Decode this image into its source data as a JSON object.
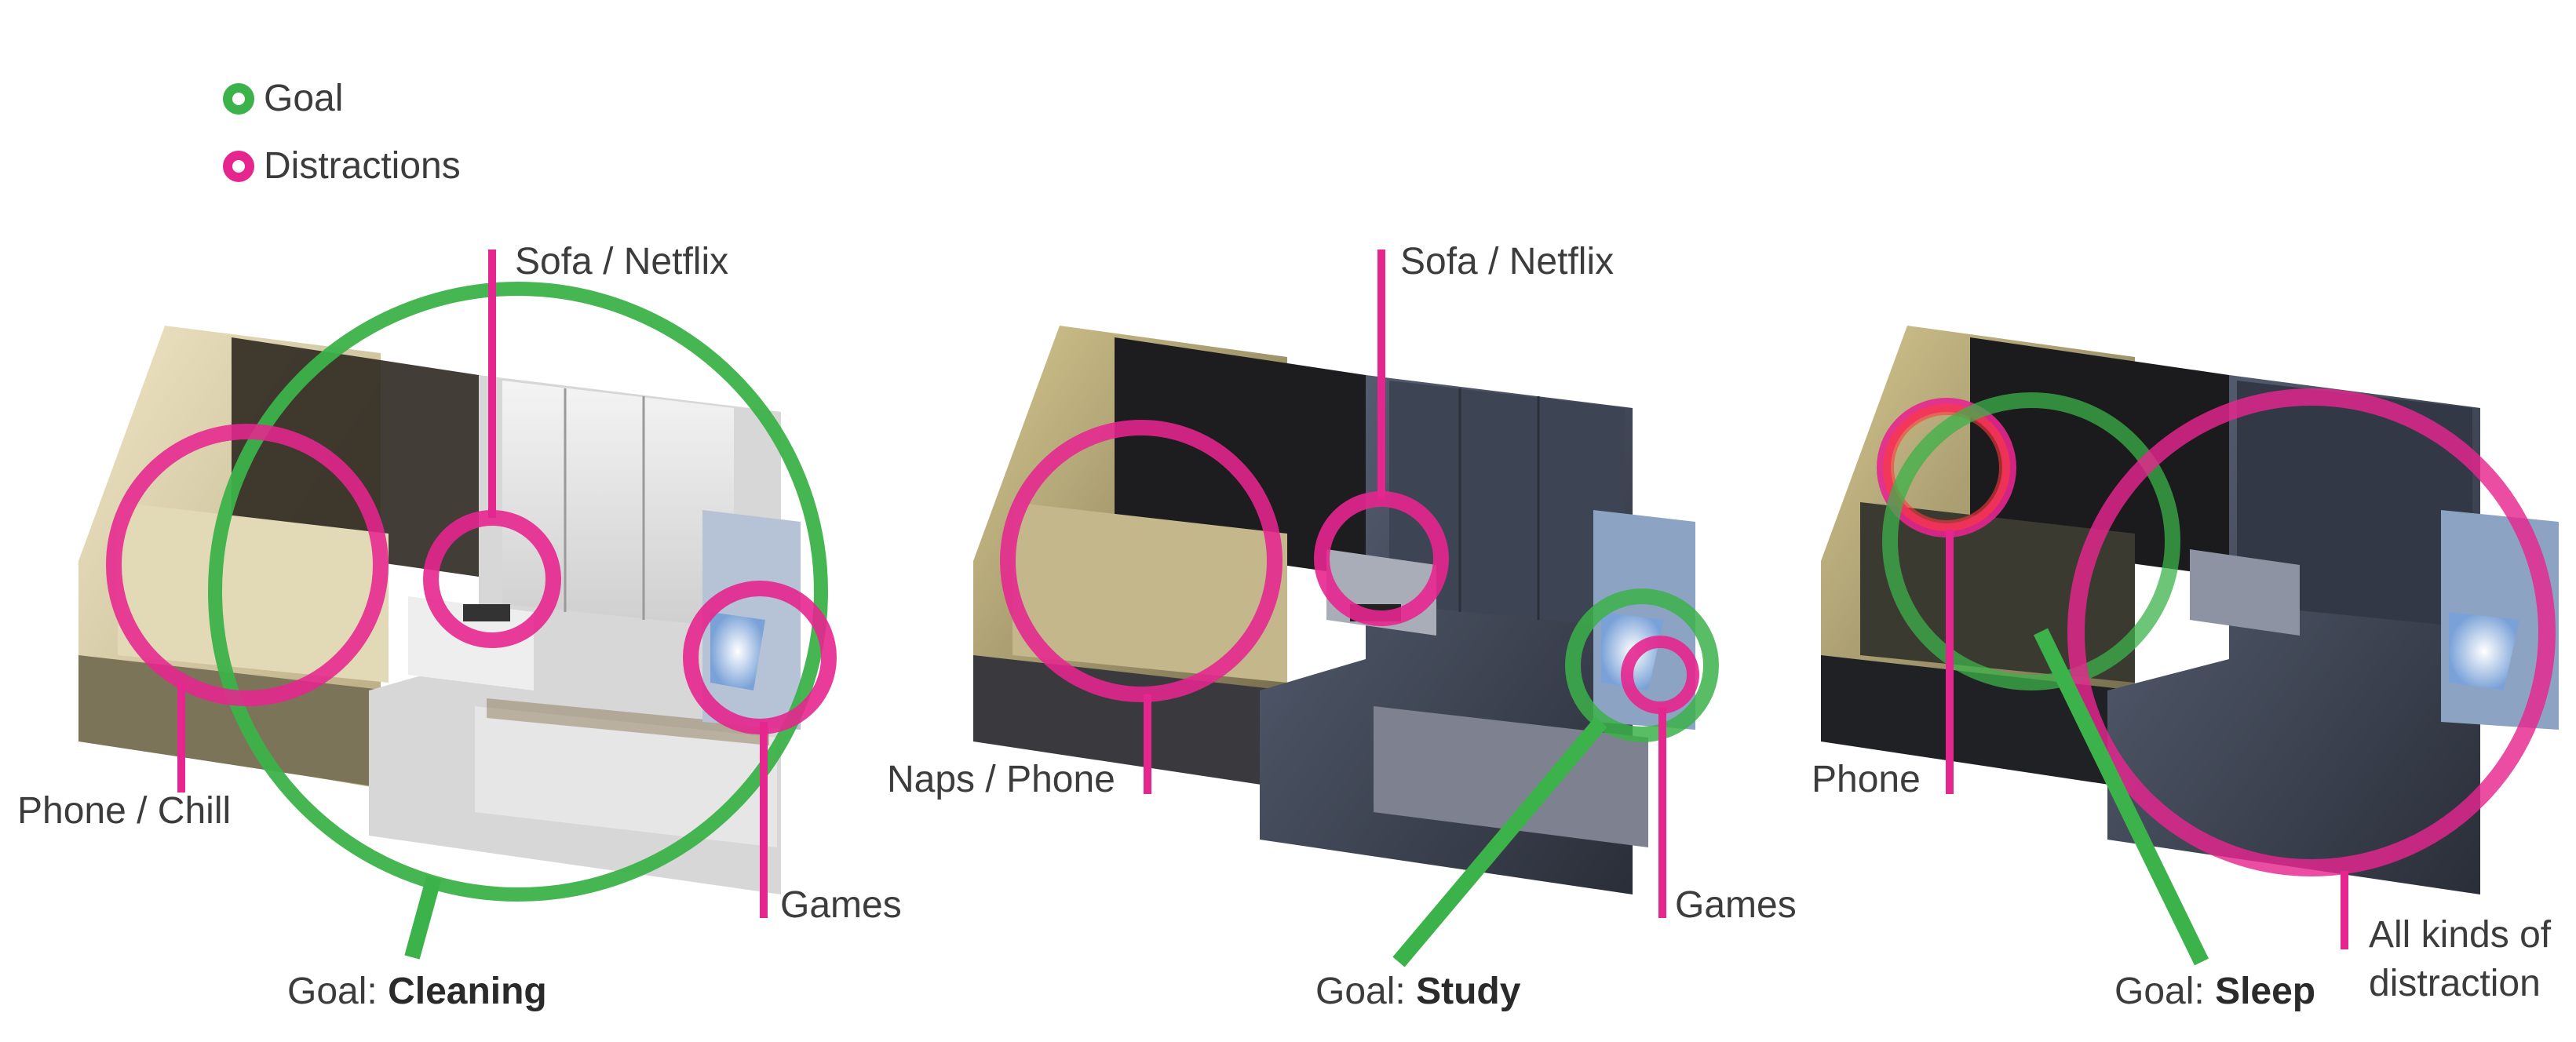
{
  "legend": {
    "goal_label": "Goal",
    "distraction_label": "Distractions"
  },
  "colors": {
    "goal": "#3cb24a",
    "distraction": "#e6268f"
  },
  "panels": [
    {
      "distractions": [
        "Sofa / Netflix",
        "Phone / Chill",
        "Games"
      ],
      "goal_prefix": "Goal: ",
      "goal_value": "Cleaning"
    },
    {
      "distractions": [
        "Sofa / Netflix",
        "Naps / Phone",
        "Games"
      ],
      "goal_prefix": "Goal: ",
      "goal_value": "Study"
    },
    {
      "distractions": [
        "Phone",
        "All kinds of",
        "distraction"
      ],
      "goal_prefix": "Goal: ",
      "goal_value": "Sleep"
    }
  ]
}
